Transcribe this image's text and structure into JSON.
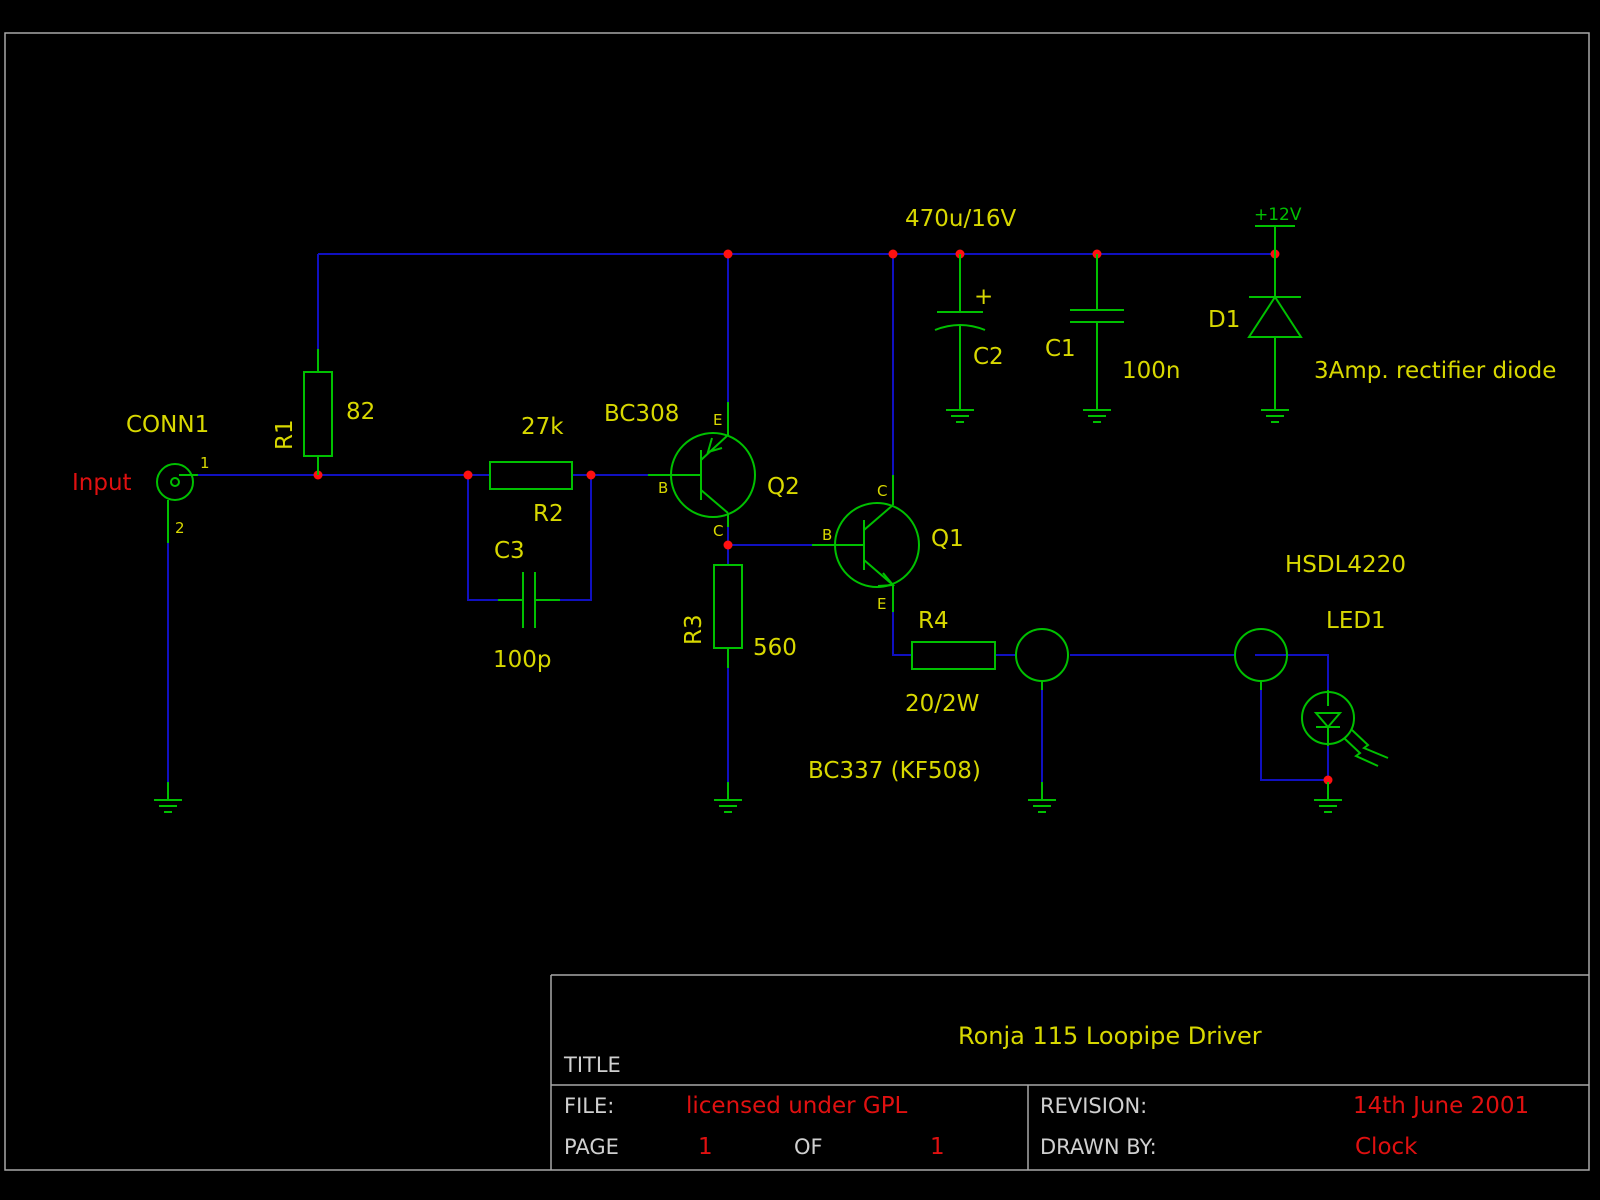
{
  "schematic": {
    "colors": {
      "background": "#000000",
      "wire": "#1010c0",
      "symbol": "#00c000",
      "label": "#d8d800",
      "node": "#ff1010",
      "red_text": "#e01010",
      "frame": "#a8a8a8"
    },
    "labels": {
      "conn1": "CONN1",
      "input": "Input",
      "pin1": "1",
      "pin2": "2",
      "r1_ref": "R1",
      "r1_val": "82",
      "r2_ref": "R2",
      "r2_val": "27k",
      "c3_ref": "C3",
      "c3_val": "100p",
      "q2_type": "BC308",
      "q2_ref": "Q2",
      "q2_e": "E",
      "q2_b": "B",
      "q2_c": "C",
      "r3_ref": "R3",
      "r3_val": "560",
      "q1_ref": "Q1",
      "q1_c": "C",
      "q1_b": "B",
      "q1_e": "E",
      "q1_type": "BC337 (KF508)",
      "r4_ref": "R4",
      "r4_val": "20/2W",
      "c2_val": "470u/16V",
      "c2_ref": "C2",
      "c2_plus": "+",
      "c1_ref": "C1",
      "c1_val": "100n",
      "d1_ref": "D1",
      "d1_val": "3Amp. rectifier diode",
      "supply": "+12V",
      "led_type": "HSDL4220",
      "led_ref": "LED1"
    }
  },
  "title_block": {
    "title_label": "TITLE",
    "title": "Ronja 115 Loopipe Driver",
    "file_label": "FILE:",
    "file_value": "licensed under GPL",
    "page_label": "PAGE",
    "page_value": "1",
    "of_label": "OF",
    "of_value": "1",
    "revision_label": "REVISION:",
    "revision_value": "14th June 2001",
    "drawn_by_label": "DRAWN BY:",
    "drawn_by_value": "Clock"
  }
}
